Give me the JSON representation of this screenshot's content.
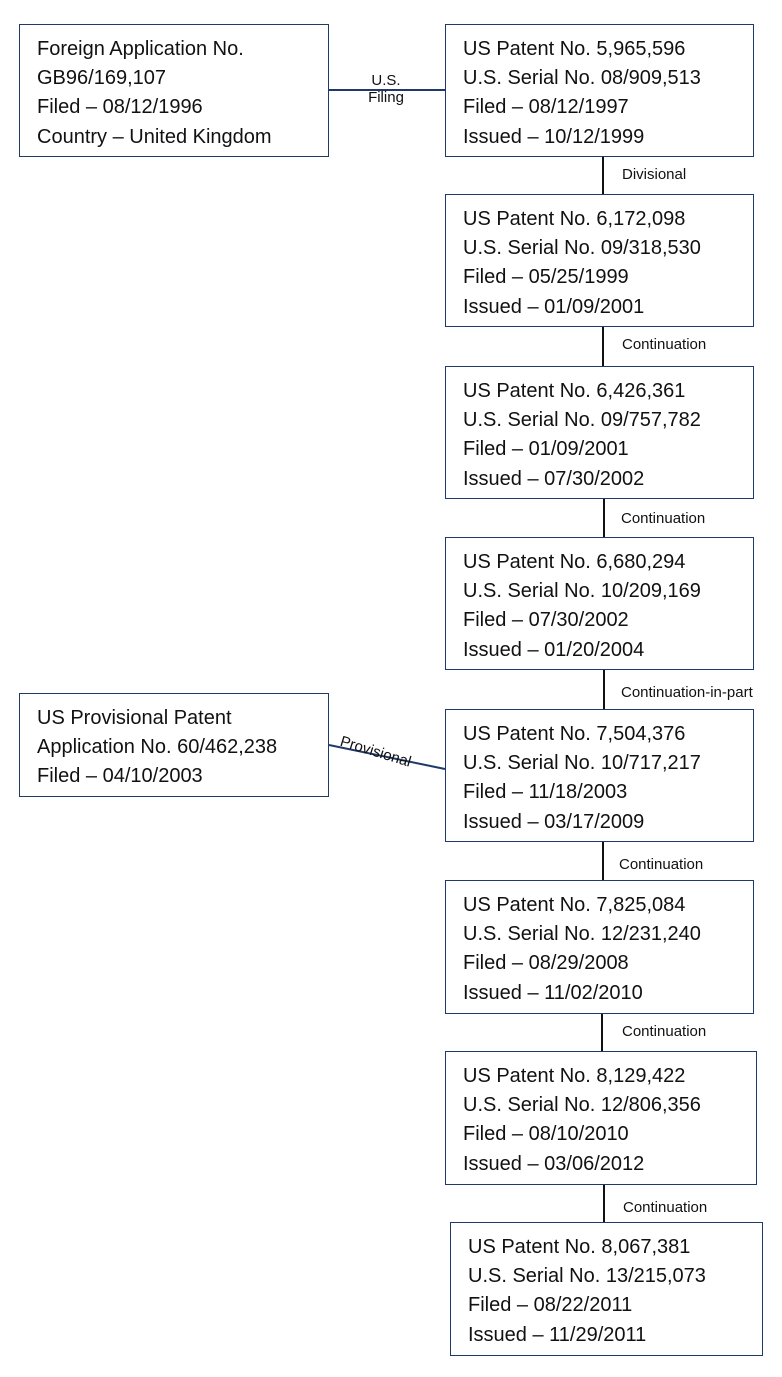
{
  "colors": {
    "box_border": "#1f3a68",
    "connector": "#1f3a68",
    "text": "#111111"
  },
  "left_boxes": [
    {
      "lines": [
        "Foreign Application No.",
        "GB96/169,107",
        "Filed – 08/12/1996",
        "Country – United Kingdom"
      ]
    },
    {
      "lines": [
        "US Provisional Patent",
        "Application No. 60/462,238",
        "Filed – 04/10/2003"
      ]
    }
  ],
  "chain": [
    {
      "lines": [
        "US Patent No. 5,965,596",
        "U.S. Serial No. 08/909,513",
        "Filed – 08/12/1997",
        "Issued – 10/12/1999"
      ]
    },
    {
      "lines": [
        "US Patent No. 6,172,098",
        "U.S. Serial No. 09/318,530",
        "Filed – 05/25/1999",
        "Issued – 01/09/2001"
      ]
    },
    {
      "lines": [
        "US Patent No. 6,426,361",
        "U.S. Serial No. 09/757,782",
        "Filed – 01/09/2001",
        "Issued – 07/30/2002"
      ]
    },
    {
      "lines": [
        "US Patent No. 6,680,294",
        "U.S. Serial No. 10/209,169",
        "Filed – 07/30/2002",
        "Issued – 01/20/2004"
      ]
    },
    {
      "lines": [
        "US Patent No. 7,504,376",
        "U.S. Serial No. 10/717,217",
        "Filed – 11/18/2003",
        "Issued – 03/17/2009"
      ]
    },
    {
      "lines": [
        "US Patent No. 7,825,084",
        "U.S. Serial No. 12/231,240",
        "Filed – 08/29/2008",
        "Issued – 11/02/2010"
      ]
    },
    {
      "lines": [
        "US Patent No. 8,129,422",
        "U.S. Serial No. 12/806,356",
        "Filed – 08/10/2010",
        "Issued – 03/06/2012"
      ]
    },
    {
      "lines": [
        "US Patent No. 8,067,381",
        "U.S. Serial No. 13/215,073",
        "Filed – 08/22/2011",
        "Issued – 11/29/2011"
      ]
    }
  ],
  "chain_labels": [
    "Divisional",
    "Continuation",
    "Continuation",
    "Continuation-in-part",
    "Continuation",
    "Continuation",
    "Continuation"
  ],
  "side_labels": {
    "us_filing": [
      "U.S.",
      "Filing"
    ],
    "provisional": "Provisional"
  }
}
